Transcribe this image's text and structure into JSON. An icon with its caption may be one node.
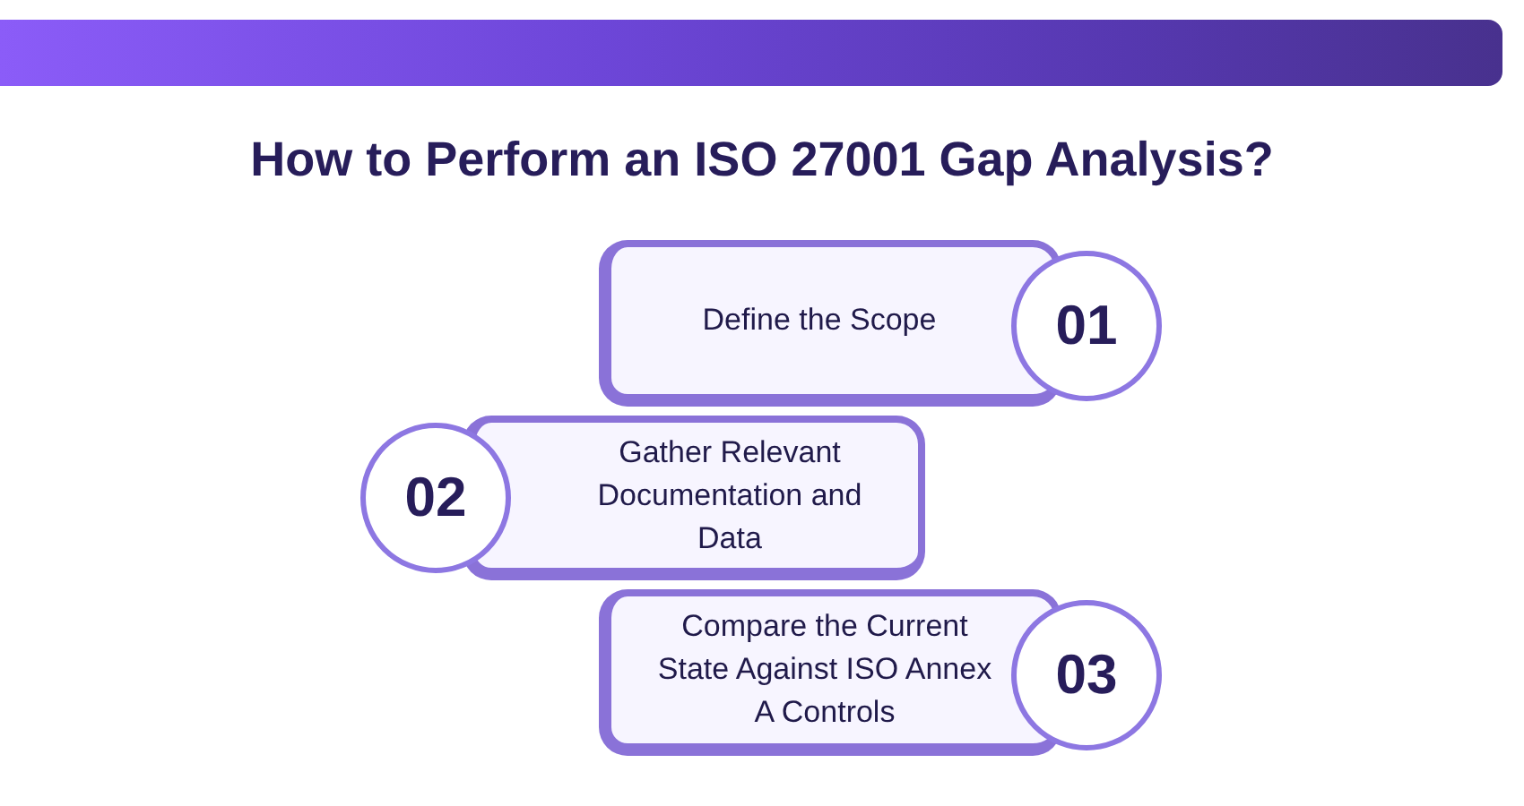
{
  "diagram": {
    "title": "How to Perform an ISO 27001 Gap Analysis?",
    "nodes": [
      {
        "text": [
          "Define the Scope"
        ]
      },
      {
        "text": [
          "01"
        ]
      },
      {
        "text": [
          "02"
        ]
      },
      {
        "text": [
          "Gather Relevant Documentation and Data"
        ]
      },
      {
        "text": [
          "Compare the Current State Against ISO Annex A Controls"
        ]
      },
      {
        "text": [
          "03"
        ]
      }
    ]
  }
}
